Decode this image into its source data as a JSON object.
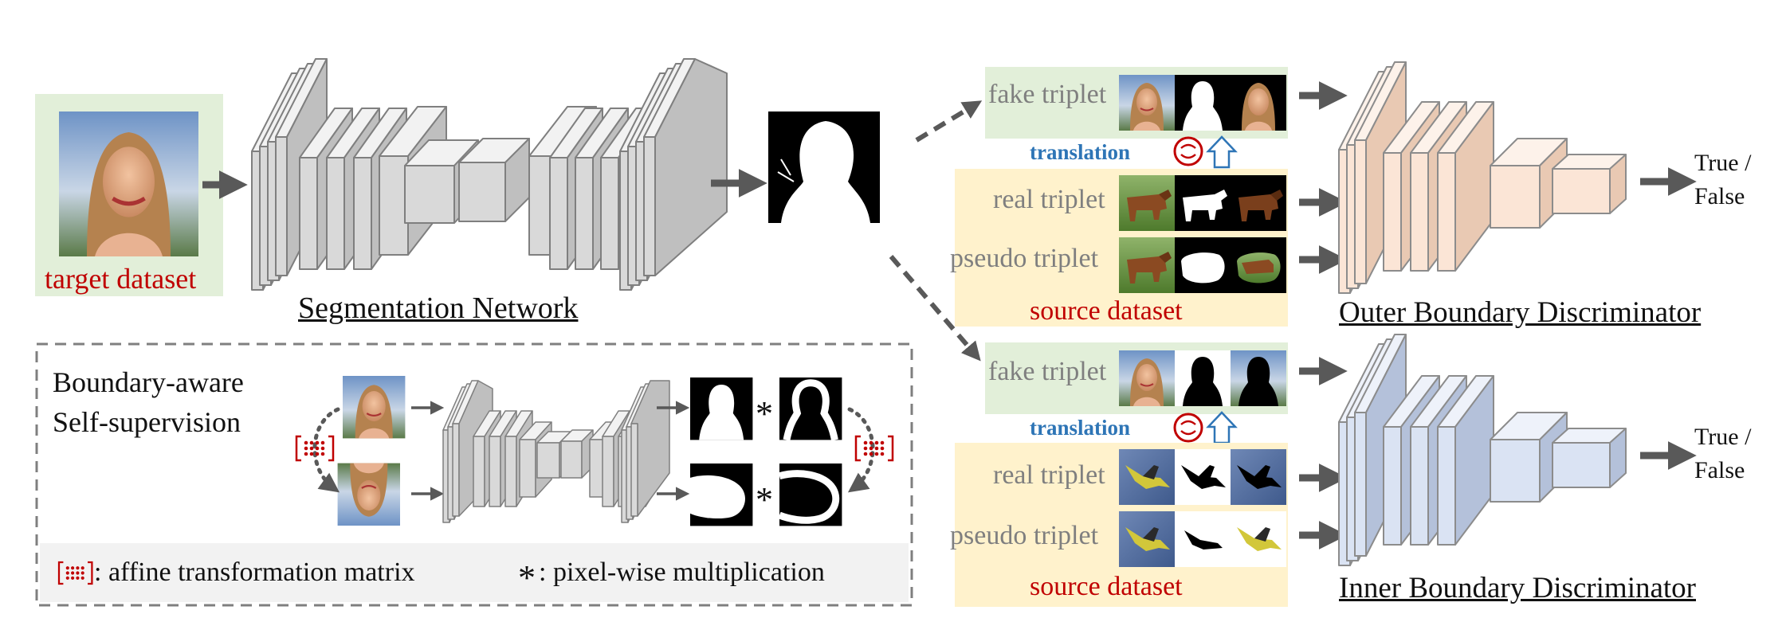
{
  "labels": {
    "target_dataset": "target dataset",
    "segmentation_network": "Segmentation Network",
    "fake_triplet_top": "fake triplet",
    "translation_top": "translation",
    "real_triplet_top": "real triplet",
    "pseudo_triplet_top": "pseudo triplet",
    "source_dataset_top": "source dataset",
    "outer_boundary_discriminator": "Outer Boundary Discriminator",
    "true_false_top": [
      "True /",
      "False"
    ],
    "fake_triplet_bottom": "fake triplet",
    "translation_bottom": "translation",
    "real_triplet_bottom": "real triplet",
    "pseudo_triplet_bottom": "pseudo triplet",
    "source_dataset_bottom": "source dataset",
    "inner_boundary_discriminator": "Inner Boundary Discriminator",
    "true_false_bottom": [
      "True /",
      "False"
    ],
    "self_supervision_title": [
      "Boundary-aware",
      "Self-supervision"
    ],
    "legend_affine": ": affine transformation matrix",
    "legend_pixelwise": ": pixel-wise multiplication",
    "multiply_symbol": "*"
  },
  "colors": {
    "target_green_bg": "#e2efd9",
    "source_yellow_bg": "#fff2cc",
    "outer_discriminator_fill": "#fbe5d6",
    "inner_discriminator_fill": "#dae3f3",
    "network_fill": "#d9d9d9",
    "arrow": "#595959",
    "accent_red": "#c00000",
    "accent_blue": "#2e75b6"
  }
}
